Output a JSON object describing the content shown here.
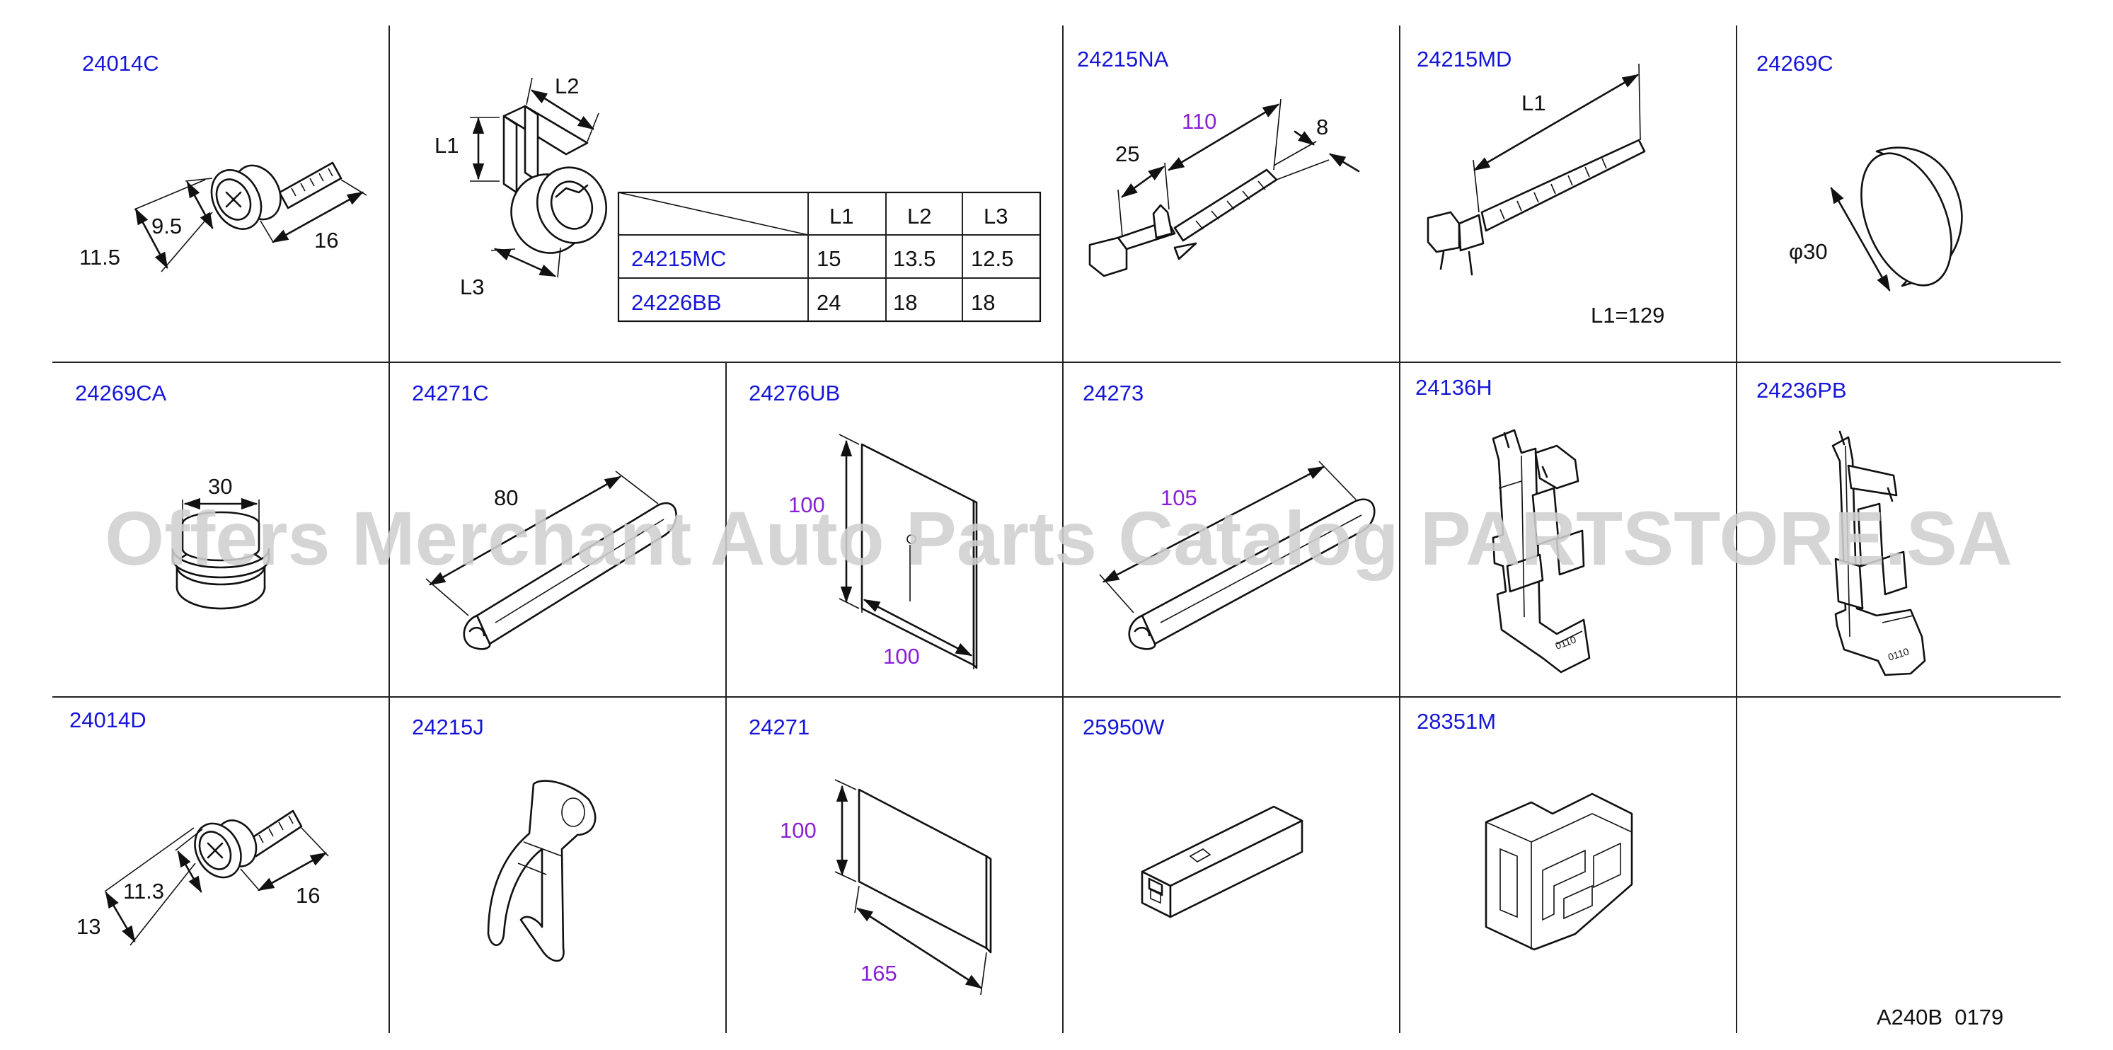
{
  "parts": {
    "p24014C": "24014C",
    "p24215NA": "24215NA",
    "p24215MD": "24215MD",
    "p24269C": "24269C",
    "p24269CA": "24269CA",
    "p24271C": "24271C",
    "p24276UB": "24276UB",
    "p24273": "24273",
    "p24136H": "24136H",
    "p24236PB": "24236PB",
    "p24014D": "24014D",
    "p24215J": "24215J",
    "p24271": "24271",
    "p25950W": "25950W",
    "p28351M": "28351M"
  },
  "dims": {
    "c1_a": "9.5",
    "c1_b": "11.5",
    "c1_c": "16",
    "c2_l1": "L1",
    "c2_l2": "L2",
    "c2_l3": "L3",
    "c3_a": "110",
    "c3_b": "25",
    "c3_c": "8",
    "c4_a": "L1",
    "c4_b": "L1=129",
    "c5_a": "φ30",
    "r2c1_a": "30",
    "r2c2_a": "80",
    "r2c3_a": "100",
    "r2c3_b": "100",
    "r2c4_a": "105",
    "r3c1_a": "11.3",
    "r3c1_b": "13",
    "r3c1_c": "16",
    "r3c3_a": "100",
    "r3c3_b": "165"
  },
  "table": {
    "headers": [
      "L1",
      "L2",
      "L3"
    ],
    "rows": [
      {
        "part": "24215MC",
        "values": [
          "15",
          "13.5",
          "12.5"
        ]
      },
      {
        "part": "24226BB",
        "values": [
          "24",
          "18",
          "18"
        ]
      }
    ]
  },
  "watermark": "Offers Merchant Auto Parts Catalog PARTSTORE.SA",
  "ref_code": "A240B  0179",
  "colors": {
    "part_number": "#1616d8",
    "dimension_purple": "#8a1fd8",
    "dimension_black": "#111111",
    "watermark": "#cfcfcf"
  }
}
